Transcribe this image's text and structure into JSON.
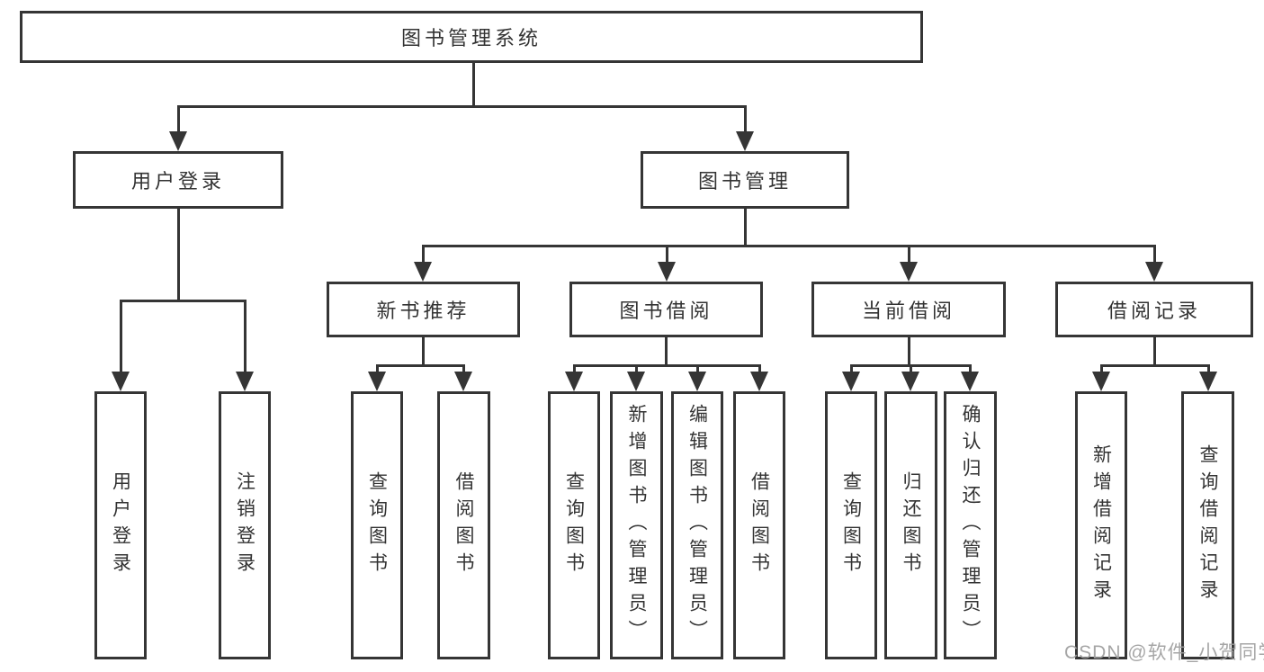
{
  "tree": {
    "root": "图书管理系统",
    "children": [
      {
        "label": "用户登录",
        "children": [
          "用户登录",
          "注销登录"
        ]
      },
      {
        "label": "图书管理",
        "children": [
          {
            "label": "新书推荐",
            "children": [
              "查询图书",
              "借阅图书"
            ]
          },
          {
            "label": "图书借阅",
            "children": [
              "查询图书",
              "新增图书（管理员）",
              "编辑图书（管理员）",
              "借阅图书"
            ]
          },
          {
            "label": "当前借阅",
            "children": [
              "查询图书",
              "归还图书",
              "确认归还（管理员）"
            ]
          },
          {
            "label": "借阅记录",
            "children": [
              "新增借阅记录",
              "查询借阅记录"
            ]
          }
        ]
      }
    ]
  },
  "watermark": "CSDN @软件_小贺同学",
  "colors": {
    "line": "#353535",
    "text": "#333333",
    "watermark": "#9e9e9e",
    "background": "#ffffff"
  }
}
